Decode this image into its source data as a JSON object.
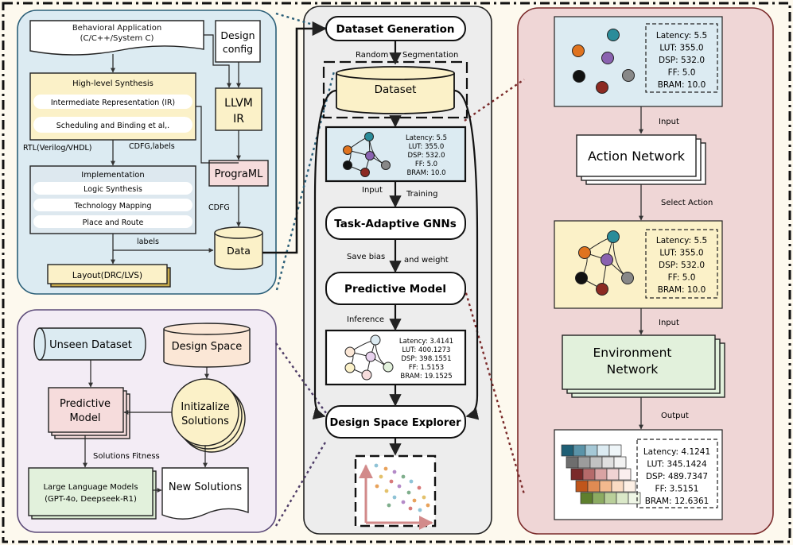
{
  "hls_flow": {
    "behavioral_app": "Behavioral Application (C/C++/System C)",
    "design_config": [
      "Design",
      "config"
    ],
    "hls_title": "High-level Synthesis",
    "hls_items": [
      "Intermediate Representation (IR)",
      "Scheduling and Binding et al,."
    ],
    "rtl_label": "RTL(Verilog/VHDL)",
    "cdfg_labels": "CDFG,labels",
    "impl_title": "Implementation",
    "impl_items": [
      "Logic Synthesis",
      "Technology Mapping",
      "Place and Route"
    ],
    "labels": "labels",
    "layout": "Layout(DRC/LVS)",
    "llvm_ir": [
      "LLVM",
      "IR"
    ],
    "programl": "PrograML",
    "cdfg": "CDFG",
    "data": "Data"
  },
  "dse_flow": {
    "unseen_dataset": "Unseen Dataset",
    "design_space": "Design Space",
    "predictive_model": [
      "Predictive",
      "Model"
    ],
    "init_solutions": [
      "Initizalize",
      "Solutions"
    ],
    "solutions_fitness": "Solutions Fitness",
    "llm": [
      "Large Language Models",
      "(GPT-4o, Deepseek-R1)"
    ],
    "new_solutions": "New Solutions"
  },
  "center_flow": {
    "dataset_generation": "Dataset Generation",
    "random": "Random",
    "segmentation": "Segmentation",
    "dataset": "Dataset",
    "metrics_train": [
      "Latency: 5.5",
      "LUT: 355.0",
      "DSP: 532.0",
      "FF: 5.0",
      "BRAM: 10.0"
    ],
    "input": "Input",
    "training": "Training",
    "gnn": "Task-Adaptive GNNs",
    "save_bias": "Save bias",
    "and_weight": "and weight",
    "predictive_model": "Predictive Model",
    "inference": "Inference",
    "metrics_infer": [
      "Latency: 3.4141",
      "LUT: 400.1273",
      "DSP: 398.1551",
      "FF: 1.5153",
      "BRAM: 19.1525"
    ],
    "dse": "Design Space Explorer"
  },
  "rl_flow": {
    "metrics_top": [
      "Latency: 5.5",
      "LUT: 355.0",
      "DSP: 532.0",
      "FF: 5.0",
      "BRAM: 10.0"
    ],
    "input_1": "Input",
    "action_network": "Action Network",
    "select_action": "Select Action",
    "metrics_mid": [
      "Latency: 5.5",
      "LUT: 355.0",
      "DSP: 532.0",
      "FF: 5.0",
      "BRAM: 10.0"
    ],
    "input_2": "Input",
    "environment_network": [
      "Environment",
      "Network"
    ],
    "output": "Output",
    "metrics_out": [
      "Latency: 4.1241",
      "LUT: 345.1424",
      "DSP: 489.7347",
      "FF: 3.5151",
      "BRAM: 12.6361"
    ]
  },
  "colors": {
    "panel_blue": "#dcebf2",
    "panel_purple": "#f3ecf5",
    "panel_gray": "#ededed",
    "panel_red": "#efd6d6",
    "box_yellow": "#fbf1c8",
    "box_green": "#e2f1dc",
    "box_pink": "#f6dcdc",
    "box_peach": "#fbe7d6"
  }
}
